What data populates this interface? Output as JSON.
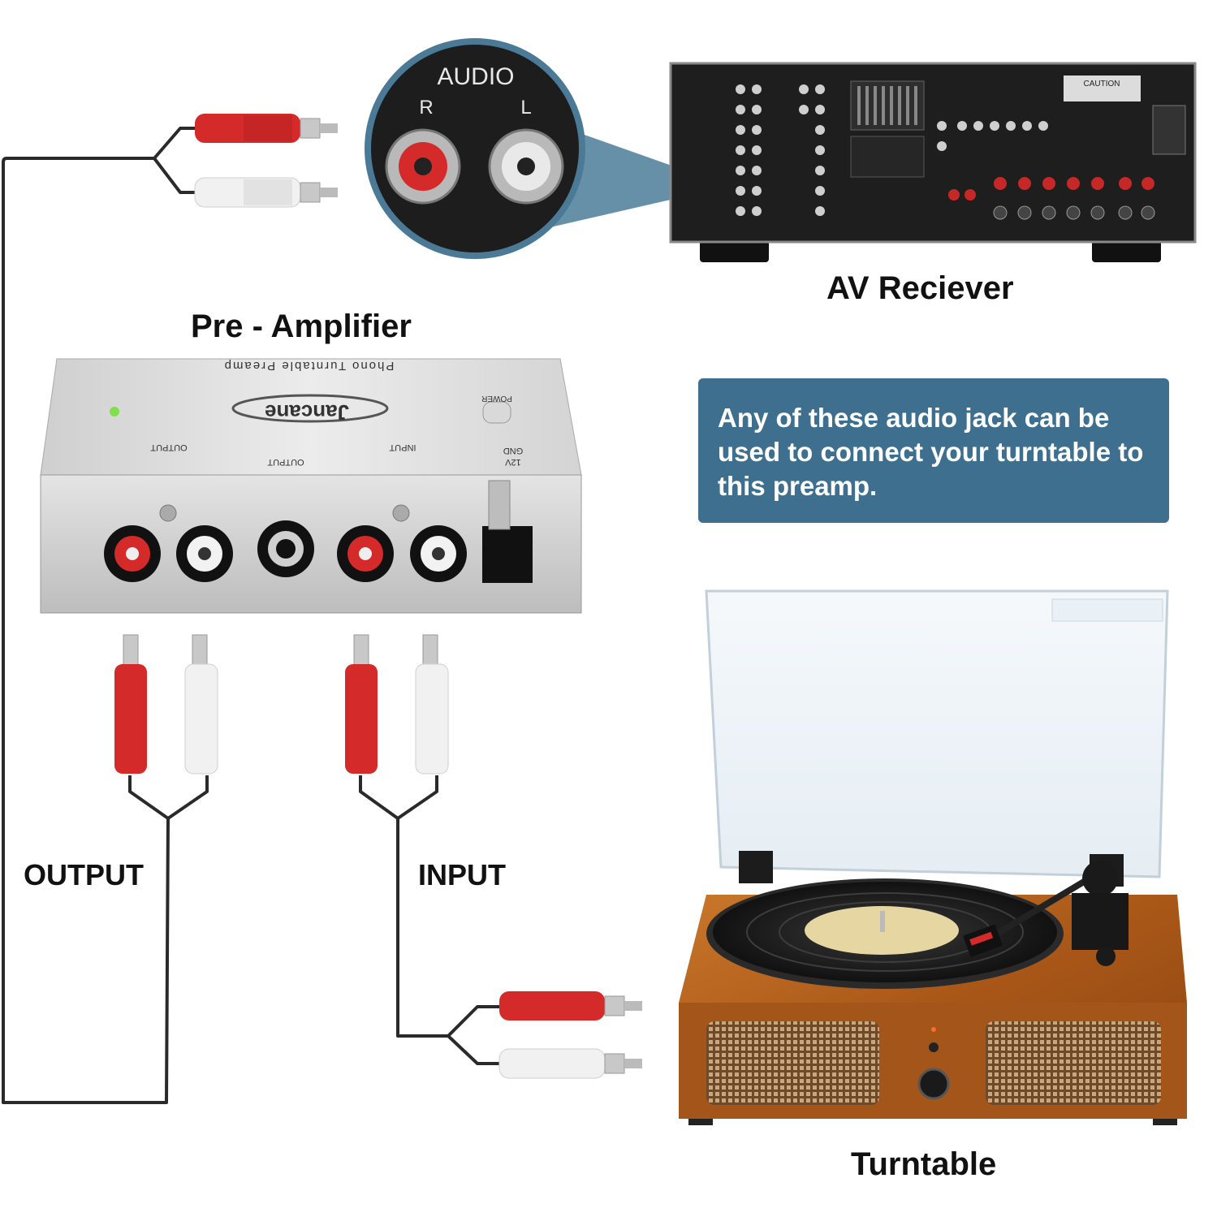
{
  "labels": {
    "av_receiver": "AV Reciever",
    "pre_amplifier": "Pre - Amplifier",
    "turntable": "Turntable",
    "output": "OUTPUT",
    "input": "INPUT"
  },
  "callout": {
    "text": "Any of these audio jack can be used to connect your turntable to this preamp."
  },
  "zoom_inset": {
    "title": "AUDIO",
    "right": "R",
    "left": "L"
  },
  "preamp": {
    "brand": "Jancane",
    "model_text": "Phono Turntable Preamp",
    "top_labels": [
      "OUTPUT",
      "OUTPUT",
      "INPUT",
      "12V",
      "GND",
      "POWER"
    ]
  },
  "receiver": {
    "caution_label": "CAUTION"
  },
  "colors": {
    "callout_bg": "#3e6f8f",
    "plug_red": "#d42a2a",
    "plug_white": "#f1f1f1",
    "wood": "#b4621d",
    "cable": "#2a2a2a"
  },
  "icons": [
    "rca-plug-red",
    "rca-plug-white",
    "rca-jack",
    "power-led"
  ]
}
